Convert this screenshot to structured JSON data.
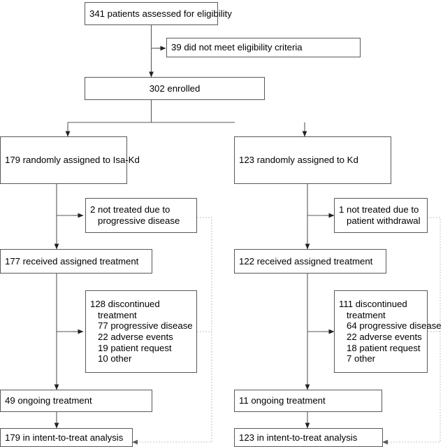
{
  "diagram": {
    "title": "CONSORT patient flow diagram",
    "type": "flowchart",
    "stroke_color": "#58595b",
    "dotted_color": "#bcbcbc",
    "background": "#ffffff"
  },
  "nodes": {
    "assessed": {
      "text": "341 patients assessed for eligibility"
    },
    "excluded": {
      "text": "39 did not meet eligibility criteria"
    },
    "enrolled": {
      "text": "302 enrolled"
    },
    "assigned_left": {
      "text": "179 randomly assigned to Isa-Kd"
    },
    "assigned_right": {
      "text": "123 randomly assigned to Kd"
    },
    "nottreated_left": {
      "line1": "2 not treated due to",
      "line2": "progressive disease"
    },
    "nottreated_right": {
      "line1": "1 not treated due to",
      "line2": "patient withdrawal"
    },
    "received_left": {
      "text": "177 received assigned treatment"
    },
    "received_right": {
      "text": "122 received assigned treatment"
    },
    "discontinued_left": {
      "line1": "128 discontinued",
      "line2": "treatment",
      "line3": "77 progressive disease",
      "line4": "22 adverse events",
      "line5": "19 patient request",
      "line6": "10 other"
    },
    "discontinued_right": {
      "line1": "111 discontinued",
      "line2": "treatment",
      "line3": "64 progressive disease",
      "line4": "22 adverse events",
      "line5": "18 patient request",
      "line6": "7 other"
    },
    "ongoing_left": {
      "text": "49 ongoing treatment"
    },
    "ongoing_right": {
      "text": "11 ongoing treatment"
    },
    "itt_left": {
      "text": "179 in intent-to-treat analysis"
    },
    "itt_right": {
      "text": "123 in intent-to-treat analysis"
    }
  },
  "chart_data": {
    "type": "flowchart",
    "title": "CONSORT patient flow diagram",
    "stages": [
      {
        "id": "assessed",
        "label": "341 patients assessed for eligibility",
        "n": 341
      },
      {
        "id": "excluded",
        "label": "39 did not meet eligibility criteria",
        "n": 39
      },
      {
        "id": "enrolled",
        "label": "302 enrolled",
        "n": 302
      },
      {
        "id": "assigned_left",
        "label": "179 randomly assigned to Isa-Kd",
        "n": 179,
        "arm": "Isa-Kd"
      },
      {
        "id": "assigned_right",
        "label": "123 randomly assigned to Kd",
        "n": 123,
        "arm": "Kd"
      },
      {
        "id": "nottreated_left",
        "label": "2 not treated due to progressive disease",
        "n": 2,
        "arm": "Isa-Kd"
      },
      {
        "id": "nottreated_right",
        "label": "1 not treated due to patient withdrawal",
        "n": 1,
        "arm": "Kd"
      },
      {
        "id": "received_left",
        "label": "177 received assigned treatment",
        "n": 177,
        "arm": "Isa-Kd"
      },
      {
        "id": "received_right",
        "label": "122 received assigned treatment",
        "n": 122,
        "arm": "Kd"
      },
      {
        "id": "discontinued_left",
        "label": "128 discontinued treatment",
        "n": 128,
        "arm": "Isa-Kd",
        "reasons": [
          {
            "label": "progressive disease",
            "n": 77
          },
          {
            "label": "adverse events",
            "n": 22
          },
          {
            "label": "patient request",
            "n": 19
          },
          {
            "label": "other",
            "n": 10
          }
        ]
      },
      {
        "id": "discontinued_right",
        "label": "111 discontinued treatment",
        "n": 111,
        "arm": "Kd",
        "reasons": [
          {
            "label": "progressive disease",
            "n": 64
          },
          {
            "label": "adverse events",
            "n": 22
          },
          {
            "label": "patient request",
            "n": 18
          },
          {
            "label": "other",
            "n": 7
          }
        ]
      },
      {
        "id": "ongoing_left",
        "label": "49 ongoing treatment",
        "n": 49,
        "arm": "Isa-Kd"
      },
      {
        "id": "ongoing_right",
        "label": "11 ongoing treatment",
        "n": 11,
        "arm": "Kd"
      },
      {
        "id": "itt_left",
        "label": "179 in intent-to-treat analysis",
        "n": 179,
        "arm": "Isa-Kd"
      },
      {
        "id": "itt_right",
        "label": "123 in intent-to-treat analysis",
        "n": 123,
        "arm": "Kd"
      }
    ],
    "edges": [
      {
        "from": "assessed",
        "to": "excluded",
        "style": "solid"
      },
      {
        "from": "assessed",
        "to": "enrolled",
        "style": "solid"
      },
      {
        "from": "enrolled",
        "to": "assigned_left",
        "style": "solid"
      },
      {
        "from": "enrolled",
        "to": "assigned_right",
        "style": "solid"
      },
      {
        "from": "assigned_left",
        "to": "nottreated_left",
        "style": "solid"
      },
      {
        "from": "assigned_left",
        "to": "received_left",
        "style": "solid"
      },
      {
        "from": "assigned_right",
        "to": "nottreated_right",
        "style": "solid"
      },
      {
        "from": "assigned_right",
        "to": "received_right",
        "style": "solid"
      },
      {
        "from": "received_left",
        "to": "discontinued_left",
        "style": "solid"
      },
      {
        "from": "received_left",
        "to": "ongoing_left",
        "style": "solid"
      },
      {
        "from": "received_right",
        "to": "discontinued_right",
        "style": "solid"
      },
      {
        "from": "received_right",
        "to": "ongoing_right",
        "style": "solid"
      },
      {
        "from": "ongoing_left",
        "to": "itt_left",
        "style": "solid"
      },
      {
        "from": "ongoing_right",
        "to": "itt_right",
        "style": "solid"
      },
      {
        "from": "nottreated_left",
        "to": "itt_left",
        "style": "dotted"
      },
      {
        "from": "discontinued_left",
        "to": "itt_left",
        "style": "dotted"
      },
      {
        "from": "nottreated_right",
        "to": "itt_right",
        "style": "dotted"
      },
      {
        "from": "discontinued_right",
        "to": "itt_right",
        "style": "dotted"
      }
    ]
  }
}
